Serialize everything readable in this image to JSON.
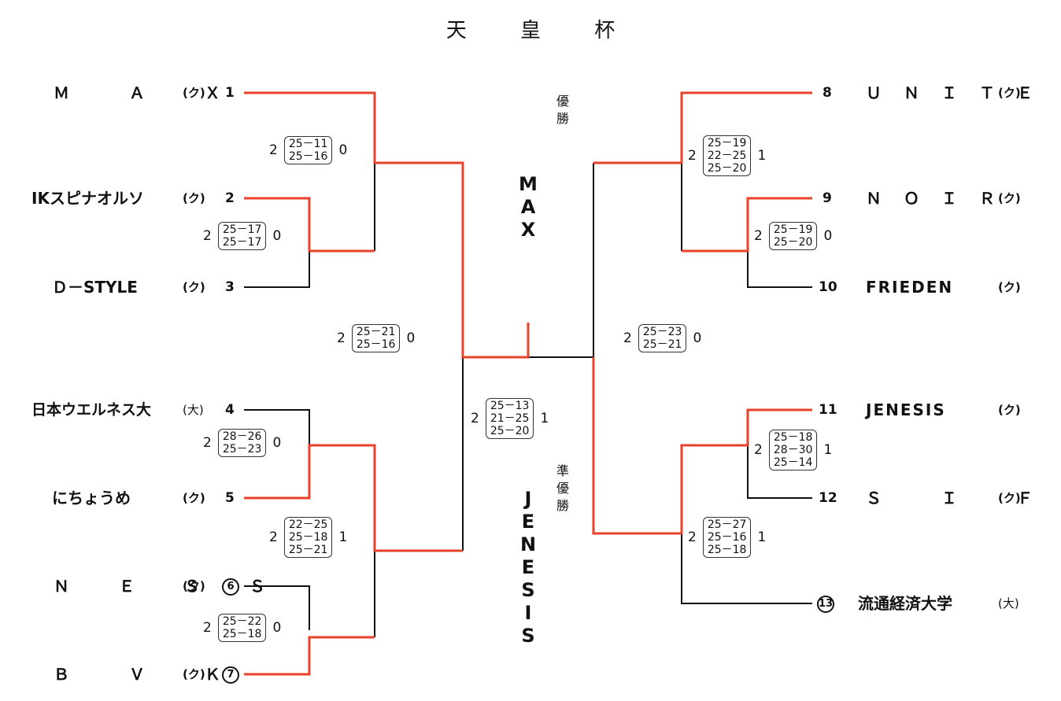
{
  "title": "天 皇 杯",
  "champion_label": [
    "優",
    "勝"
  ],
  "champion": [
    "M",
    "A",
    "X"
  ],
  "runnerup_label": [
    "準",
    "優",
    "勝"
  ],
  "runnerup": [
    "J",
    "E",
    "N",
    "E",
    "S",
    "I",
    "S"
  ],
  "colors": {
    "winner_line": "#e8432a",
    "loser_line": "#111111"
  },
  "teams_left": [
    {
      "name": "Ｍ　Ａ　Ｘ",
      "category": "(ク)",
      "seed": "1"
    },
    {
      "name": "IKスピナオルソ",
      "category": "(ク)",
      "seed": "2"
    },
    {
      "name": "Ｄ－STYLE",
      "category": "(ク)",
      "seed": "3"
    },
    {
      "name": "日本ウエルネス大",
      "category": "(大)",
      "seed": "4"
    },
    {
      "name": "にちょうめ",
      "category": "(ク)",
      "seed": "5"
    },
    {
      "name": "Ｎ Ｅ Ｓ Ｓ",
      "category": "(ク)",
      "seed": "6"
    },
    {
      "name": "Ｂ　Ｖ　Ｋ",
      "category": "(ク)",
      "seed": "7"
    }
  ],
  "teams_right": [
    {
      "name": "ＵＮＩＴＥ",
      "category": "(ク)",
      "seed": "8"
    },
    {
      "name": "ＮＯＩＲ",
      "category": "(ク)",
      "seed": "9"
    },
    {
      "name": "FRIEDEN",
      "category": "(ク)",
      "seed": "10"
    },
    {
      "name": "JENESIS",
      "category": "(ク)",
      "seed": "11"
    },
    {
      "name": "Ｓ　Ｉ　Ｆ",
      "category": "(ク)",
      "seed": "12"
    },
    {
      "name": "流通経済大学",
      "category": "(大)",
      "seed": "13"
    }
  ],
  "scores": [
    {
      "left": "2",
      "sets": [
        "25－11",
        "25－16"
      ],
      "right": "0"
    },
    {
      "left": "2",
      "sets": [
        "25－17",
        "25－17"
      ],
      "right": "0"
    },
    {
      "left": "2",
      "sets": [
        "25－21",
        "25－16"
      ],
      "right": "0"
    },
    {
      "left": "2",
      "sets": [
        "28－26",
        "25－23"
      ],
      "right": "0"
    },
    {
      "left": "2",
      "sets": [
        "22－25",
        "25－18",
        "25－21"
      ],
      "right": "1"
    },
    {
      "left": "2",
      "sets": [
        "25－22",
        "25－18"
      ],
      "right": "0"
    },
    {
      "left": "2",
      "sets": [
        "25－13",
        "21－25",
        "25－20"
      ],
      "right": "1"
    },
    {
      "left": "2",
      "sets": [
        "25－19",
        "22－25",
        "25－20"
      ],
      "right": "1"
    },
    {
      "left": "2",
      "sets": [
        "25－19",
        "25－20"
      ],
      "right": "0"
    },
    {
      "left": "2",
      "sets": [
        "25－23",
        "25－21"
      ],
      "right": "0"
    },
    {
      "left": "2",
      "sets": [
        "25－18",
        "28－30",
        "25－14"
      ],
      "right": "1"
    },
    {
      "left": "2",
      "sets": [
        "25－27",
        "25－16",
        "25－18"
      ],
      "right": "1"
    }
  ]
}
